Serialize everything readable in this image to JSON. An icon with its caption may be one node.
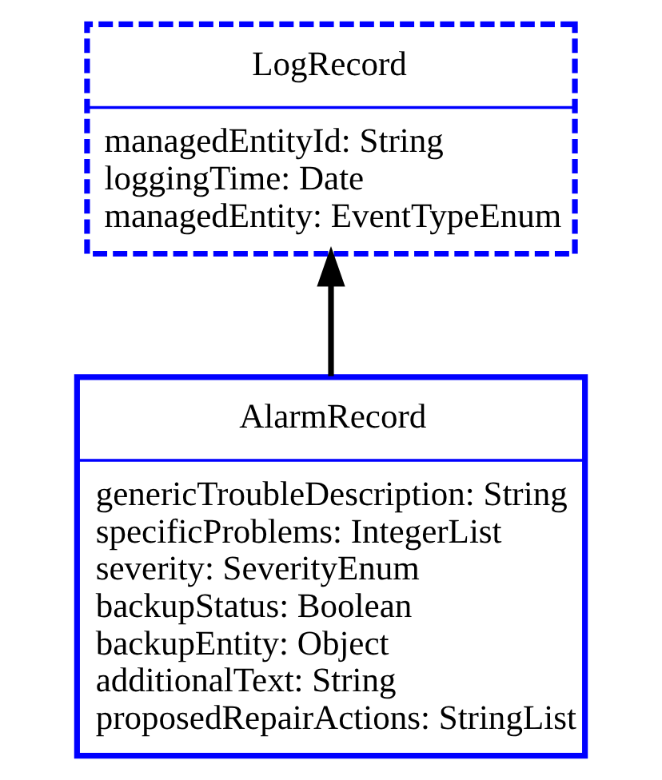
{
  "diagram": {
    "nodes": [
      {
        "text": [
          "LogRecord",
          "managedEntityId: String",
          "loggingTime: Date",
          "managedEntity: EventTypeEnum"
        ]
      },
      {
        "text": [
          "AlarmRecord",
          "genericTroubleDescription: String",
          "specificProblems: IntegerList",
          "severity: SeverityEnum",
          "backupStatus: Boolean",
          "backupEntity: Object",
          "additionalText: String",
          "proposedRepairActions: StringList"
        ]
      }
    ],
    "edges": [
      {
        "from": 1,
        "to": 0,
        "arrow": "to"
      }
    ]
  }
}
